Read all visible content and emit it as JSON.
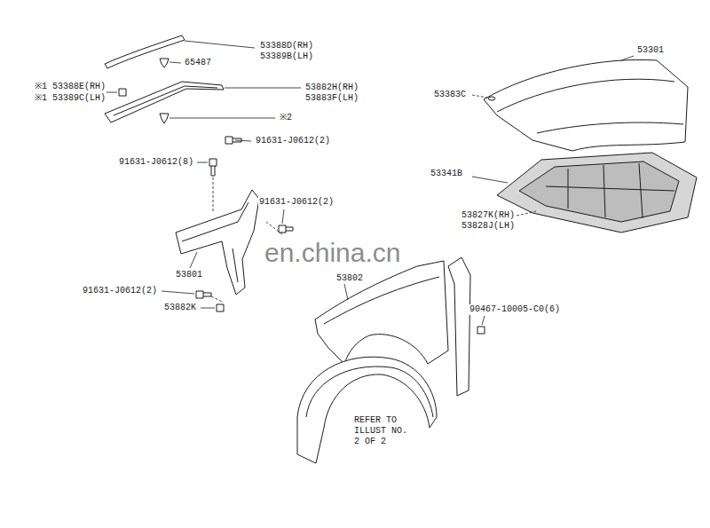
{
  "diagram": {
    "labels": [
      "53388D(RH)",
      "53389B(LH)",
      "65487",
      "※1 53388E(RH)",
      "※1 53389C(LH)",
      "53882H(RH)",
      "53883F(LH)",
      "※2",
      "53301",
      "53383C",
      "53341B",
      "53827K(RH)",
      "53828J(LH)",
      "91631-J0612(2)",
      "91631-J0612(8)",
      "91631-J0612(2)",
      "53801",
      "91631-J0612(2)",
      "53882K",
      "53802",
      "90467-10005-C0(6)",
      "REFER TO ILLUST NO. 2 OF 2",
      "en.china.cn"
    ]
  }
}
